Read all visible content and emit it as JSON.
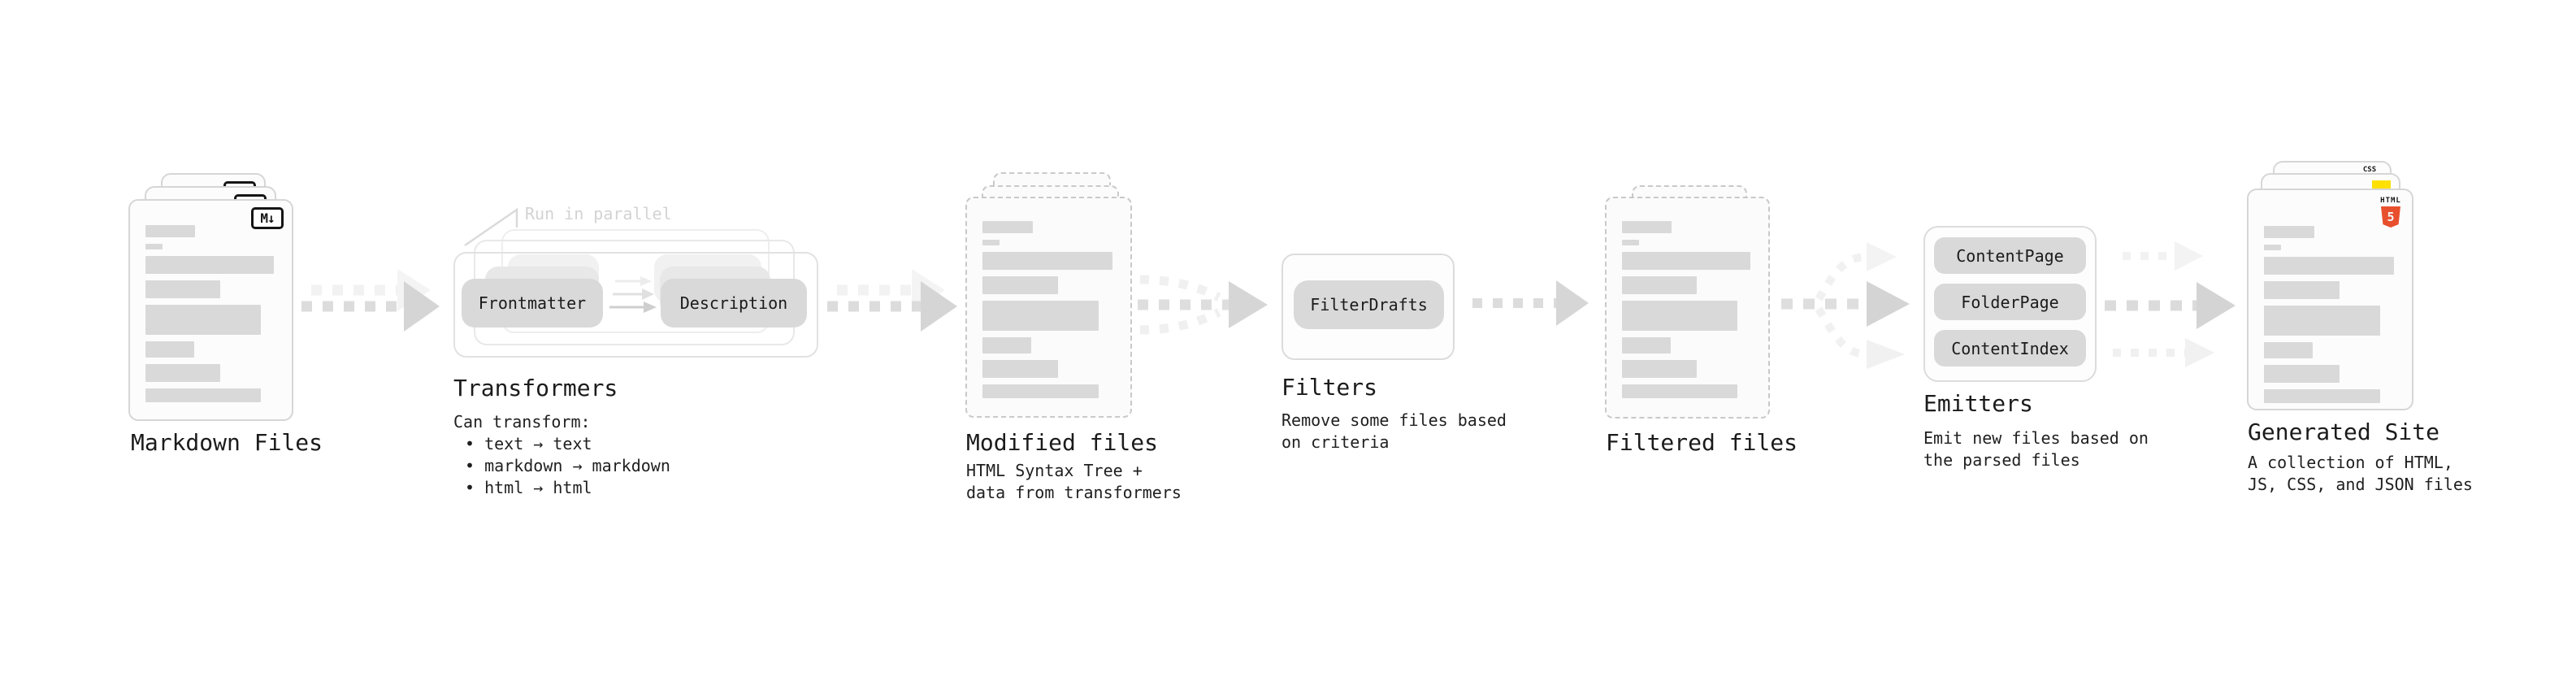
{
  "page": {
    "background": "#ffffff"
  },
  "colors": {
    "text": "#1b1b1b",
    "pill_gray": "#d9d9d9",
    "bar_gray": "#d9d9d9",
    "arrow_gray": "#d5d5d5",
    "arrow_faint": "#f2f2f2",
    "html5_orange": "#e8502d",
    "js_yellow": "#ffe000",
    "css_blue": "#2f6bff"
  },
  "stages": {
    "markdown_files": {
      "label": "Markdown Files",
      "badge": "M↓"
    },
    "transformers": {
      "label": "Transformers",
      "callout": "Run in parallel",
      "pills": [
        "Frontmatter",
        "Description"
      ],
      "intro": "Can transform:",
      "bullets": [
        "• text → text",
        "• markdown → markdown",
        "• html → html"
      ]
    },
    "modified_files": {
      "label": "Modified files",
      "description": [
        "HTML Syntax Tree +",
        "data from transformers"
      ]
    },
    "filters": {
      "label": "Filters",
      "pills": [
        "FilterDrafts"
      ],
      "description": [
        "Remove some files based",
        "on criteria"
      ]
    },
    "filtered_files": {
      "label": "Filtered files"
    },
    "emitters": {
      "label": "Emitters",
      "pills": [
        "ContentPage",
        "FolderPage",
        "ContentIndex"
      ],
      "description": [
        "Emit new files based on",
        "the parsed files"
      ]
    },
    "generated_site": {
      "label": "Generated Site",
      "badges": {
        "css_label": "CSS",
        "html_label": "HTML",
        "html_number": "5"
      },
      "description": [
        "A collection of HTML,",
        "JS, CSS, and JSON files"
      ]
    }
  }
}
